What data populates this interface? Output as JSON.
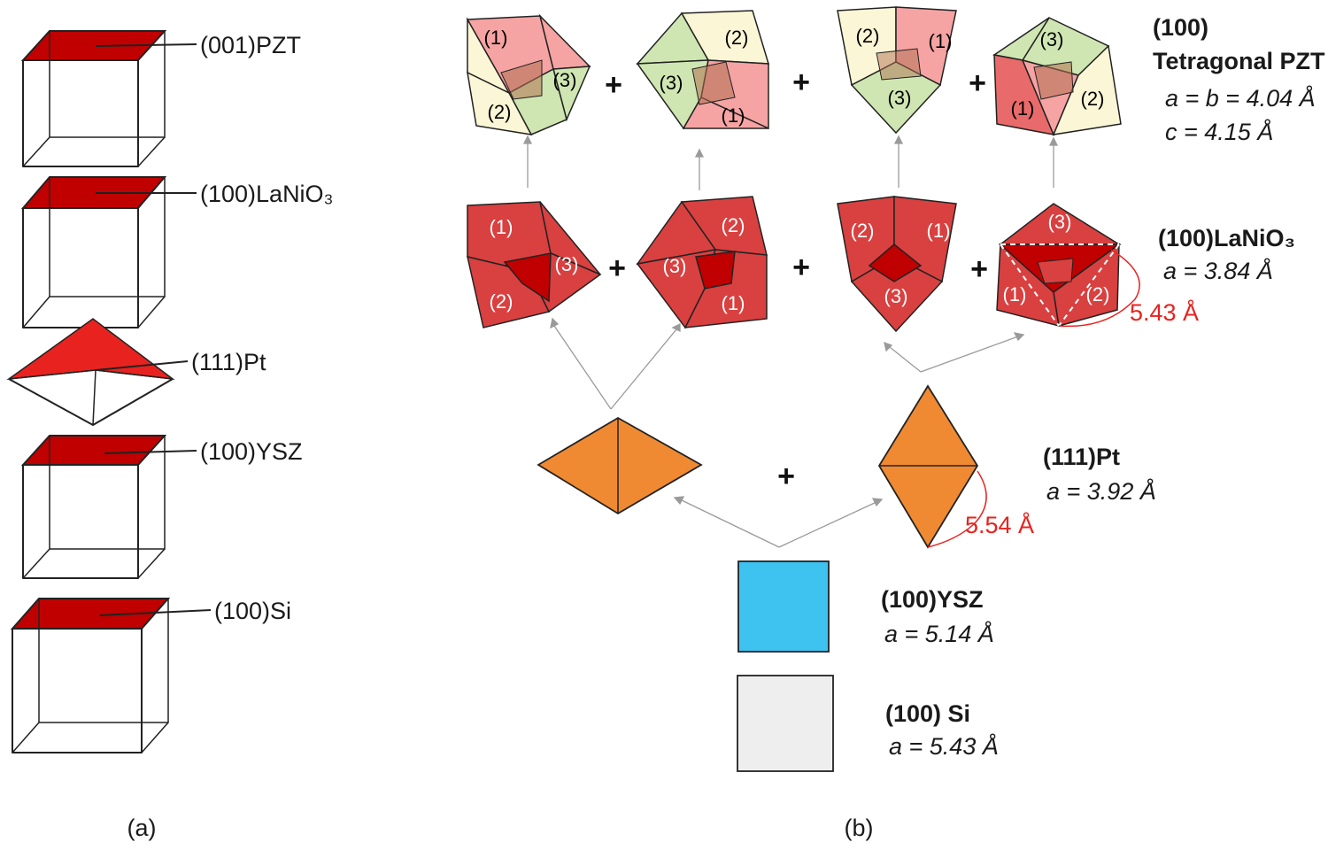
{
  "panel_a": {
    "caption": "(a)",
    "layers": [
      {
        "label": "(001)PZT"
      },
      {
        "label": "(100)LaNiO₃"
      },
      {
        "label": "(111)Pt"
      },
      {
        "label": "(100)YSZ"
      },
      {
        "label": "(100)Si"
      }
    ]
  },
  "panel_b": {
    "caption": "(b)",
    "plus": "+",
    "pzt": {
      "title1": "(100)",
      "title2": "Tetragonal PZT",
      "param1": "a = b = 4.04  Å",
      "param2": "c = 4.15  Å"
    },
    "lno": {
      "title": "(100)LaNiO₃",
      "param": "a = 3.84  Å",
      "diag": "5.43  Å"
    },
    "pt": {
      "title": "(111)Pt",
      "param": "a = 3.92  Å",
      "diag": "5.54  Å"
    },
    "ysz": {
      "title": "(100)YSZ",
      "param": "a = 5.14  Å"
    },
    "si": {
      "title": "(100) Si",
      "param": "a = 5.43  Å"
    },
    "domain_labels": {
      "d1": "(1)",
      "d2": "(2)",
      "d3": "(3)"
    }
  },
  "colors": {
    "film_top": "#c00000",
    "pt_top": "#e8231f",
    "lno": "#d94040",
    "pt": "#f08a32",
    "ysz": "#3ec2f0",
    "si": "#eeeeee",
    "pzt_pink": "#f6a3a3",
    "pzt_green": "#cfe6b2",
    "pzt_cream": "#fbf6d6"
  }
}
